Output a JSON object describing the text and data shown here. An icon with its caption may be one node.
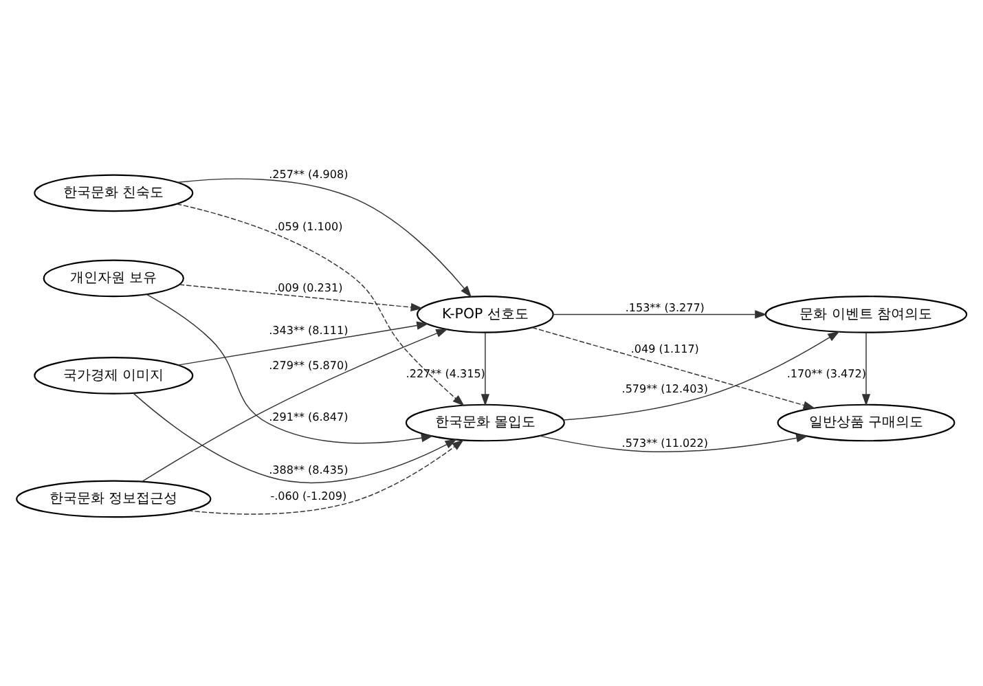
{
  "diagram": {
    "nodes": [
      {
        "text": [
          "한국문화 친숙도"
        ]
      },
      {
        "text": [
          "한국문화 정보접근성"
        ]
      },
      {
        "text": [
          "국가경제 이미지"
        ]
      },
      {
        "text": [
          "개인자원 보유"
        ]
      },
      {
        "text": [
          "K-POP 선호도"
        ]
      },
      {
        "text": [
          "한국문화 몰입도"
        ]
      },
      {
        "text": [
          "문화 이벤트 참여의도"
        ]
      },
      {
        "text": [
          "일반상품 구매의도"
        ]
      }
    ],
    "edges": [
      {
        "from": 0,
        "to": 4,
        "arrow": "to",
        "label": ".257** (4.908)"
      },
      {
        "from": 0,
        "to": 5,
        "arrow": "to",
        "label": ".059 (1.100)",
        "style": "dashed"
      },
      {
        "from": 1,
        "to": 4,
        "arrow": "to",
        "label": ".279** (5.870)"
      },
      {
        "from": 1,
        "to": 5,
        "arrow": "to",
        "label": "-.060 (-1.209)",
        "style": "dashed"
      },
      {
        "from": 2,
        "to": 4,
        "arrow": "to",
        "label": ".343** (8.111)"
      },
      {
        "from": 2,
        "to": 5,
        "arrow": "to",
        "label": ".388** (8.435)"
      },
      {
        "from": 3,
        "to": 4,
        "arrow": "to",
        "label": ".009 (0.231)",
        "style": "dashed"
      },
      {
        "from": 3,
        "to": 5,
        "arrow": "to",
        "label": ".291** (6.847)"
      },
      {
        "from": 4,
        "to": 5,
        "arrow": "to",
        "label": ".227** (4.315)"
      },
      {
        "from": 4,
        "to": 6,
        "arrow": "to",
        "label": ".153** (3.277)"
      },
      {
        "from": 4,
        "to": 7,
        "arrow": "to",
        "label": ".049 (1.117)",
        "style": "dashed"
      },
      {
        "from": 5,
        "to": 6,
        "arrow": "to",
        "label": ".579** (12.403)"
      },
      {
        "from": 5,
        "to": 7,
        "arrow": "to",
        "label": ".573** (11.022)"
      },
      {
        "from": 6,
        "to": 7,
        "arrow": "to",
        "label": ".170** (3.472)"
      }
    ]
  }
}
